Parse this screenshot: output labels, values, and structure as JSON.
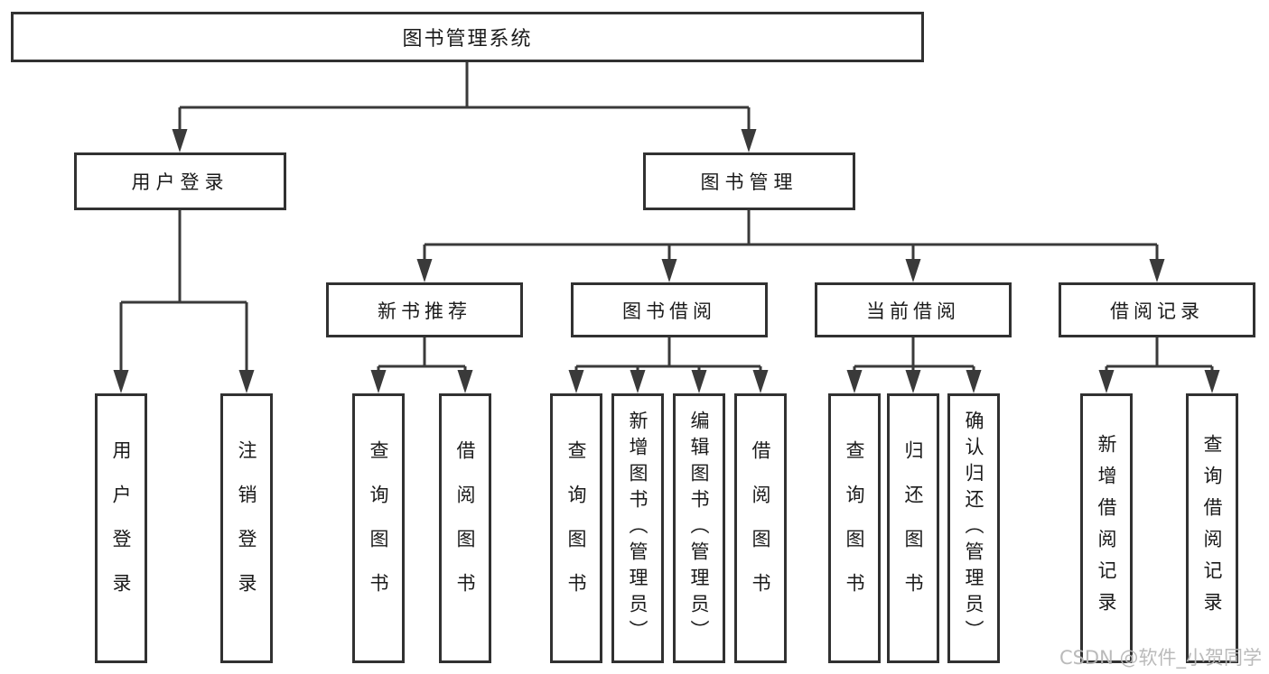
{
  "tree": {
    "label": "图书管理系统",
    "children": [
      {
        "label": "用户登录",
        "children": [
          {
            "label": "用户登录"
          },
          {
            "label": "注销登录"
          }
        ]
      },
      {
        "label": "图书管理",
        "children": [
          {
            "label": "新书推荐",
            "children": [
              {
                "label": "查询图书"
              },
              {
                "label": "借阅图书"
              }
            ]
          },
          {
            "label": "图书借阅",
            "children": [
              {
                "label": "查询图书"
              },
              {
                "label": "新增图书（管理员）"
              },
              {
                "label": "编辑图书（管理员）"
              },
              {
                "label": "借阅图书"
              }
            ]
          },
          {
            "label": "当前借阅",
            "children": [
              {
                "label": "查询图书"
              },
              {
                "label": "归还图书"
              },
              {
                "label": "确认归还（管理员）"
              }
            ]
          },
          {
            "label": "借阅记录",
            "children": [
              {
                "label": "新增借阅记录"
              },
              {
                "label": "查询借阅记录"
              }
            ]
          }
        ]
      }
    ]
  },
  "watermark": {
    "text": "CSDN @软件_小贺同学"
  },
  "colors": {
    "line": "#3a3a3a",
    "box_border": "#313131",
    "text": "#1a1a1a",
    "watermark": "#b6b6b6",
    "background": "#ffffff"
  }
}
